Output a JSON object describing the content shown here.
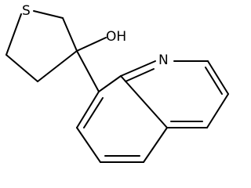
{
  "structure": {
    "atoms": {
      "sulfur": "S",
      "hydroxyl": "OH",
      "nitrogen": "N"
    },
    "colors": {
      "bond": "#000000",
      "label": "#000000",
      "background": "#ffffff"
    }
  }
}
